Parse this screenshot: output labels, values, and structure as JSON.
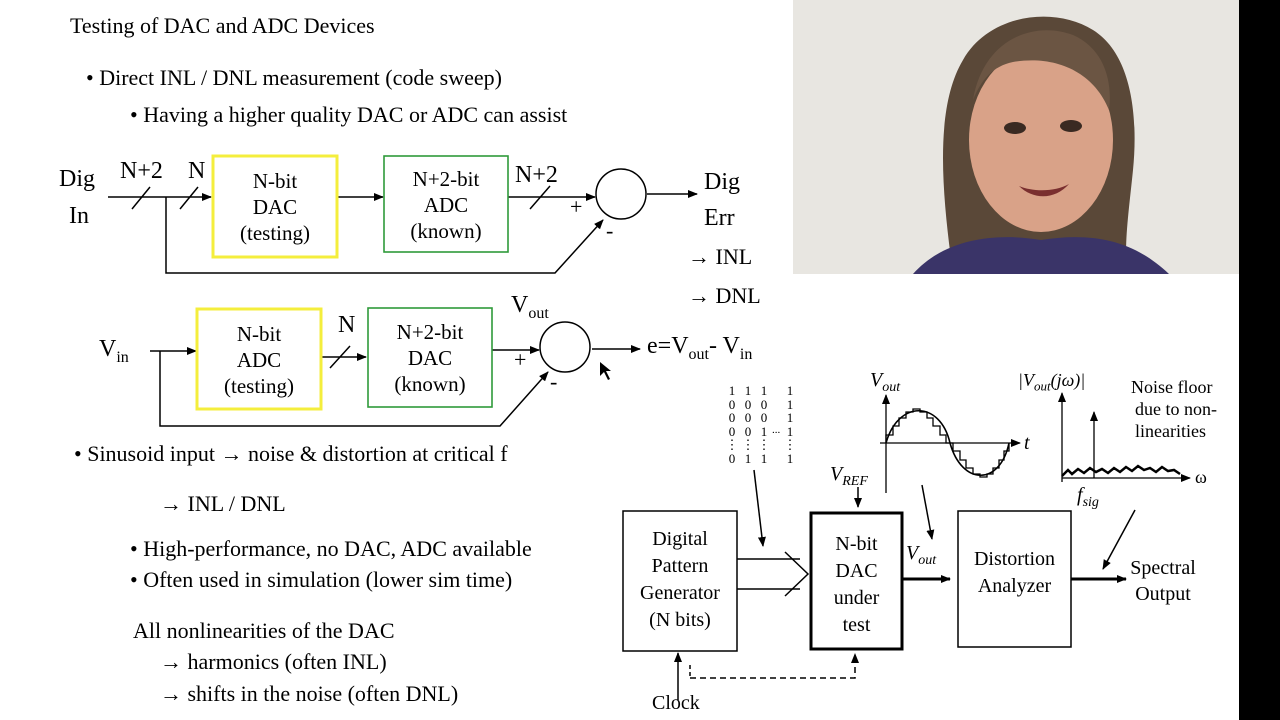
{
  "slide": {
    "title": "Testing of DAC and ADC Devices",
    "bullets": [
      "• Direct INL / DNL measurement (code sweep)",
      "• Having a higher quality DAC or ADC can assist",
      "• Sinusoid input → noise & distortion at critical f",
      "→ INL / DNL",
      "• High-performance, no DAC, ADC available",
      "• Often used in simulation (lower sim time)",
      "All nonlinearities of the DAC",
      "→ harmonics (often INL)",
      "→ shifts in the noise (often DNL)"
    ]
  },
  "diagram1": {
    "input_label_1": "Dig",
    "input_label_2": "In",
    "bus_a": "N+2",
    "bus_b": "N",
    "box1": [
      "N-bit",
      "DAC",
      "(testing)"
    ],
    "box2": [
      "N+2-bit",
      "ADC",
      "(known)"
    ],
    "bus_c": "N+2",
    "plus": "+",
    "minus": "-",
    "output_label_1": "Dig",
    "output_label_2": "Err",
    "result_1": "→ INL",
    "result_2": "→ DNL"
  },
  "diagram2": {
    "input_label": "V",
    "input_sub": "in",
    "box1": [
      "N-bit",
      "ADC",
      "(testing)"
    ],
    "bus": "N",
    "box2": [
      "N+2-bit",
      "DAC",
      "(known)"
    ],
    "vout": "V",
    "vout_sub": "out",
    "plus": "+",
    "minus": "-",
    "error_eq_1": "e=V",
    "error_eq_sub1": "out",
    "error_eq_2": "- V",
    "error_eq_sub2": "in"
  },
  "diagram3": {
    "code_columns": [
      [
        "1",
        "0",
        "0",
        "0",
        "⋮",
        "0"
      ],
      [
        "1",
        "0",
        "0",
        "0",
        "⋮",
        "1"
      ],
      [
        "1",
        "0",
        "0",
        "1",
        "⋮",
        "1"
      ],
      [
        "1",
        "1",
        "1",
        "1",
        "⋮",
        "1"
      ]
    ],
    "code_ellipsis": "...",
    "vref": "V",
    "vref_sub": "REF",
    "pattern_box": [
      "Digital",
      "Pattern",
      "Generator",
      "(N bits)"
    ],
    "dut_box": [
      "N-bit",
      "DAC",
      "under",
      "test"
    ],
    "analyzer_box": [
      "Distortion",
      "Analyzer"
    ],
    "vout_label": "V",
    "vout_sub": "out",
    "output_label": [
      "Spectral",
      "Output"
    ],
    "clock": "Clock",
    "waveform_ylabel": "V",
    "waveform_ysub": "out",
    "waveform_xlabel": "t",
    "spectrum_ylabel": "|V",
    "spectrum_ysub": "out",
    "spectrum_yarg": "(jω)|",
    "spectrum_xlabel": "ω",
    "fsig": "f",
    "fsig_sub": "sig",
    "noise_note": [
      "Noise floor",
      "due to non-",
      "linearities"
    ]
  },
  "colors": {
    "testing_box": "#f4ee3c",
    "known_box": "#2f9a3a",
    "line": "#000000"
  }
}
